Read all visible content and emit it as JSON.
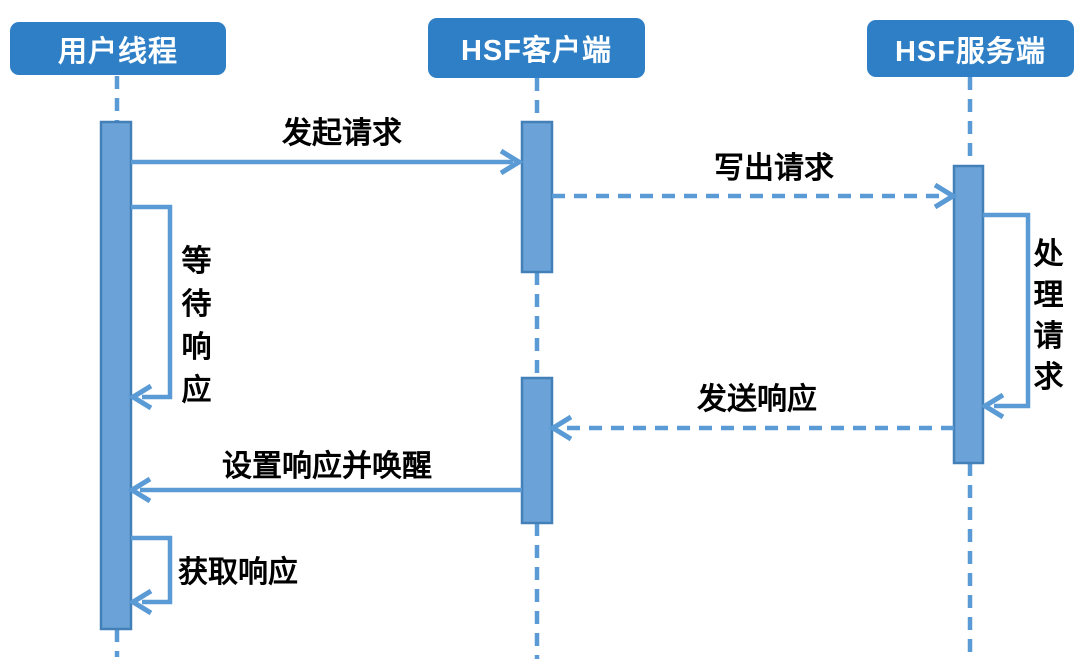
{
  "diagram": {
    "type": "sequence-diagram",
    "actors": [
      {
        "id": "user-thread",
        "label": "用户线程"
      },
      {
        "id": "hsf-client",
        "label": "HSF客户端"
      },
      {
        "id": "hsf-server",
        "label": "HSF服务端"
      }
    ],
    "messages": [
      {
        "id": "m1",
        "label": "发起请求",
        "from": "user-thread",
        "to": "hsf-client",
        "line": "solid",
        "direction": "right"
      },
      {
        "id": "m2",
        "label": "写出请求",
        "from": "hsf-client",
        "to": "hsf-server",
        "line": "dashed",
        "direction": "right"
      },
      {
        "id": "m3",
        "label": "等待响应",
        "from": "user-thread",
        "to": "user-thread",
        "line": "self-loop",
        "direction": "self"
      },
      {
        "id": "m4",
        "label": "处理请求",
        "from": "hsf-server",
        "to": "hsf-server",
        "line": "self-loop",
        "direction": "self"
      },
      {
        "id": "m5",
        "label": "发送响应",
        "from": "hsf-server",
        "to": "hsf-client",
        "line": "dashed",
        "direction": "left"
      },
      {
        "id": "m6",
        "label": "设置响应并唤醒",
        "from": "hsf-client",
        "to": "user-thread",
        "line": "solid",
        "direction": "left"
      },
      {
        "id": "m7",
        "label": "获取响应",
        "from": "user-thread",
        "to": "user-thread",
        "line": "self-loop",
        "direction": "self"
      }
    ],
    "colors": {
      "header_fill": "#2e7fc5",
      "header_text": "#ffffff",
      "bar_fill": "#6ba3d9",
      "bar_border": "#4380b8",
      "line": "#5b9bd5",
      "label_text": "#000000",
      "background": "#ffffff"
    }
  }
}
